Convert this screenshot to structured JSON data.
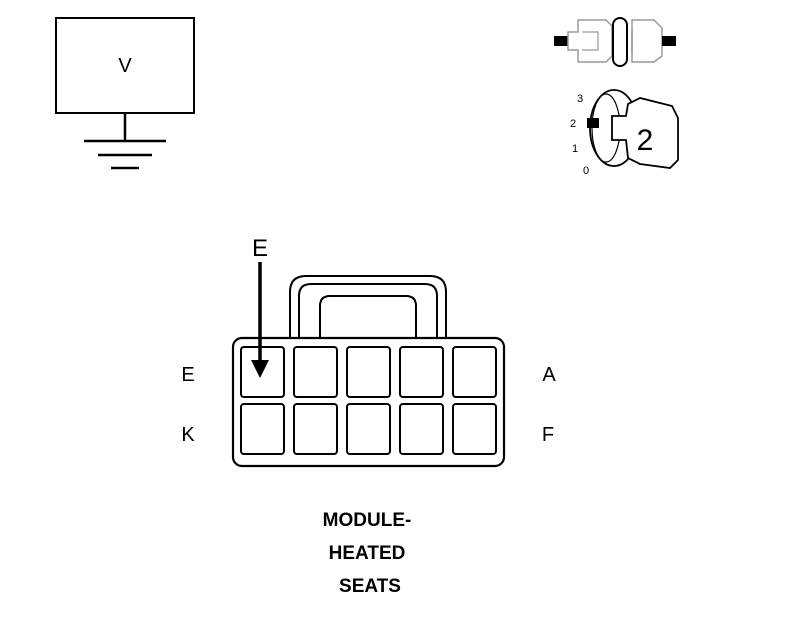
{
  "voltmeter": {
    "label": "V"
  },
  "ignition_switch": {
    "positions": [
      "3",
      "2",
      "1",
      "0"
    ],
    "selected": "2"
  },
  "connector": {
    "pointer_label": "E",
    "row_labels": {
      "top_left": "E",
      "top_right": "A",
      "bottom_left": "K",
      "bottom_right": "F"
    },
    "title_lines": [
      "MODULE-",
      "HEATED",
      "SEATS"
    ]
  },
  "colors": {
    "line": "#000000",
    "faint": "#9a9a9a",
    "background": "#ffffff"
  }
}
